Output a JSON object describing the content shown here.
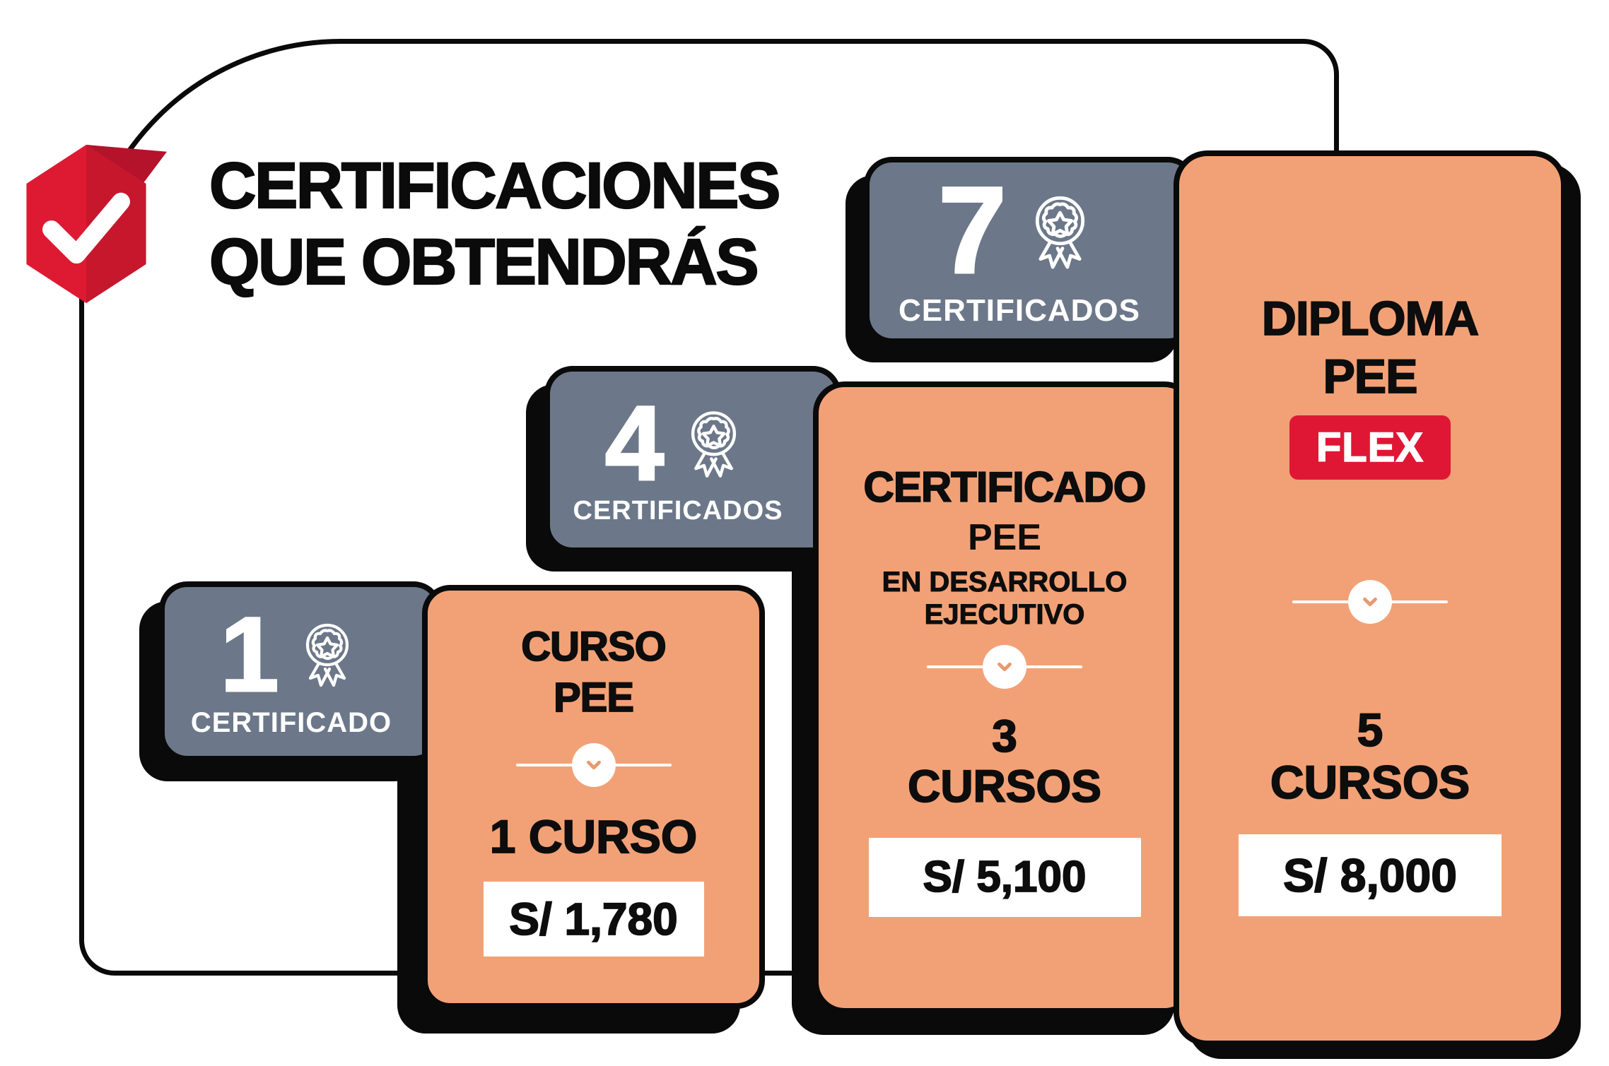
{
  "header": {
    "title_line1": "CERTIFICACIONES",
    "title_line2": "QUE OBTENDRÁS"
  },
  "colors": {
    "card_orange": "#f2a176",
    "badge_slate": "#6c7889",
    "check_badge_red": "#de1a33",
    "flex_tag_red": "#e01734",
    "outline_ink": "#0a0a0a",
    "chevron_orange": "#e89a6f"
  },
  "tiers": [
    {
      "badge": {
        "count": "1",
        "label": "CERTIFICADO",
        "icon": "medal-icon"
      },
      "card": {
        "title_line1": "CURSO",
        "title_line2": "PEE",
        "courses": "1 CURSO",
        "price": "S/ 1,780"
      }
    },
    {
      "badge": {
        "count": "4",
        "label": "CERTIFICADOS",
        "icon": "medal-icon"
      },
      "card": {
        "title_line1": "CERTIFICADO",
        "title_line2": "PEE",
        "subtitle_line1": "EN DESARROLLO",
        "subtitle_line2": "EJECUTIVO",
        "courses_count": "3",
        "courses_label": "CURSOS",
        "price": "S/ 5,100"
      }
    },
    {
      "badge": {
        "count": "7",
        "label": "CERTIFICADOS",
        "icon": "medal-icon"
      },
      "card": {
        "title_line1": "DIPLOMA",
        "title_line2": "PEE",
        "flex_tag": "FLEX",
        "courses_count": "5",
        "courses_label": "CURSOS",
        "price": "S/ 8,000"
      }
    }
  ]
}
